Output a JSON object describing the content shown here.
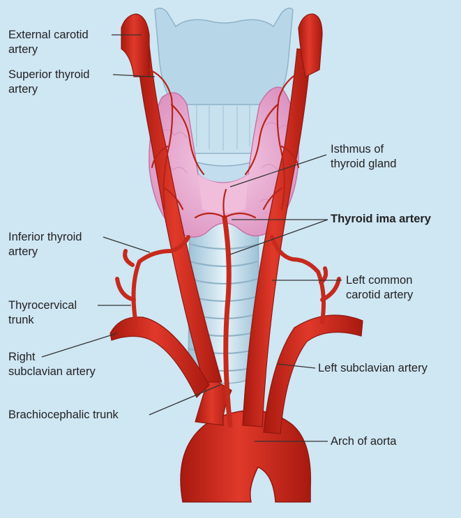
{
  "labels": {
    "external_carotid": [
      "External carotid",
      "artery"
    ],
    "superior_thyroid": [
      "Superior thyroid",
      "artery"
    ],
    "isthmus": [
      "Isthmus of",
      "thyroid gland"
    ],
    "thyroid_ima": [
      "Thyroid ima artery"
    ],
    "inferior_thyroid": [
      "Inferior thyroid",
      "artery"
    ],
    "left_common_carotid": [
      "Left common",
      "carotid artery"
    ],
    "thyrocervical": [
      "Thyrocervical",
      "trunk"
    ],
    "right_subclavian": [
      "Right",
      "subclavian artery"
    ],
    "left_subclavian": [
      "Left subclavian artery"
    ],
    "brachiocephalic": [
      "Brachiocephalic trunk"
    ],
    "aortic_arch": [
      "Arch of aorta"
    ]
  },
  "colors": {
    "background": "#cfe6f3",
    "artery": "#cc2a1f",
    "artery_dark": "#9e1a12",
    "thyroid": "#eeb3d6",
    "trachea": "#bfdbe9",
    "leader": "#333333"
  }
}
